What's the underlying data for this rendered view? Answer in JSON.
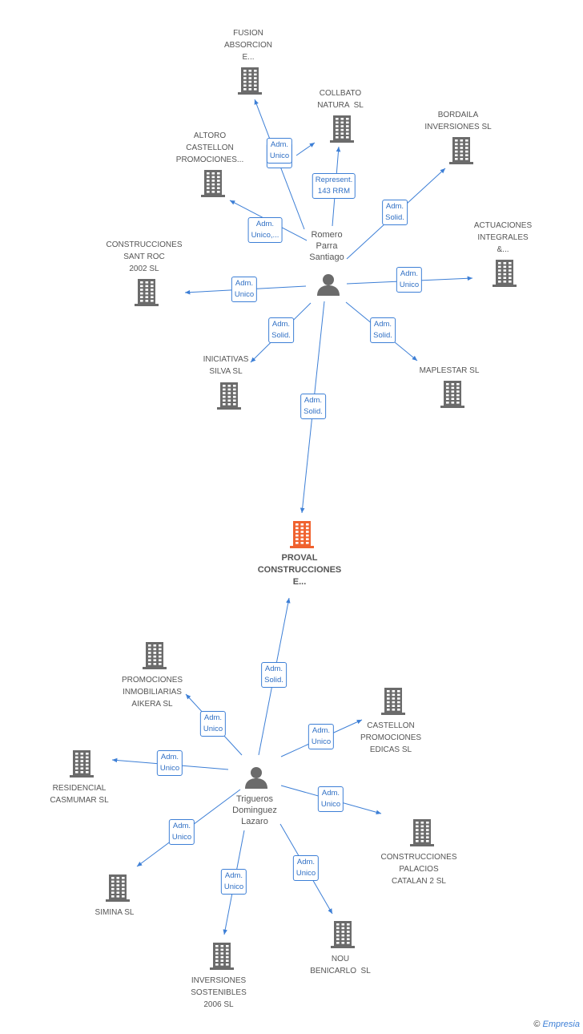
{
  "persons": [
    {
      "id": "romero",
      "label": "Romero\nParra\nSantiago"
    },
    {
      "id": "trigueros",
      "label": "Trigueros\nDominguez\nLazaro"
    }
  ],
  "companies": [
    {
      "id": "proval",
      "label": "PROVAL\nCONSTRUCCIONES\nE...",
      "main": true
    },
    {
      "id": "fusion",
      "label": "FUSION\nABSORCION\nE..."
    },
    {
      "id": "collbato",
      "label": "COLLBATO\nNATURA  SL"
    },
    {
      "id": "bordaila",
      "label": "BORDAILA\nINVERSIONES SL"
    },
    {
      "id": "altoro",
      "label": "ALTORO\nCASTELLON\nPROMOCIONES..."
    },
    {
      "id": "actuaciones",
      "label": "ACTUACIONES\nINTEGRALES\n&..."
    },
    {
      "id": "santroc",
      "label": "CONSTRUCCIONES\nSANT ROC\n2002 SL"
    },
    {
      "id": "iniciativas",
      "label": "INICIATIVAS\nSILVA SL"
    },
    {
      "id": "maplestar",
      "label": "MAPLESTAR SL"
    },
    {
      "id": "aikera",
      "label": "PROMOCIONES\nINMOBILIARIAS\nAIKERA SL"
    },
    {
      "id": "edicas",
      "label": "CASTELLON\nPROMOCIONES\nEDICAS SL"
    },
    {
      "id": "casmumar",
      "label": "RESIDENCIAL\nCASMUMAR SL"
    },
    {
      "id": "palacios",
      "label": "CONSTRUCCIONES\nPALACIOS\nCATALAN 2 SL"
    },
    {
      "id": "simina",
      "label": "SIMINA SL"
    },
    {
      "id": "nou",
      "label": "NOU\nBENICARLO  SL"
    },
    {
      "id": "sostenibles",
      "label": "INVERSIONES\nSOSTENIBLES\n2006 SL"
    }
  ],
  "edges": [
    {
      "from": "romero",
      "to": "fusion",
      "label": "Adm.\nUnico"
    },
    {
      "from": "romero",
      "to": "collbato",
      "label": "Adm.\nUnico"
    },
    {
      "from": "romero",
      "to": "collbato",
      "label": "Represent.\n143 RRM"
    },
    {
      "from": "romero",
      "to": "bordaila",
      "label": "Adm.\nSolid."
    },
    {
      "from": "romero",
      "to": "altoro",
      "label": "Adm.\nUnico,..."
    },
    {
      "from": "romero",
      "to": "actuaciones",
      "label": "Adm.\nUnico"
    },
    {
      "from": "romero",
      "to": "santroc",
      "label": "Adm.\nUnico"
    },
    {
      "from": "romero",
      "to": "iniciativas",
      "label": "Adm.\nSolid."
    },
    {
      "from": "romero",
      "to": "maplestar",
      "label": "Adm.\nSolid."
    },
    {
      "from": "romero",
      "to": "proval",
      "label": "Adm.\nSolid."
    },
    {
      "from": "trigueros",
      "to": "proval",
      "label": "Adm.\nSolid."
    },
    {
      "from": "trigueros",
      "to": "aikera",
      "label": "Adm.\nUnico"
    },
    {
      "from": "trigueros",
      "to": "edicas",
      "label": "Adm.\nUnico"
    },
    {
      "from": "trigueros",
      "to": "casmumar",
      "label": "Adm.\nUnico"
    },
    {
      "from": "trigueros",
      "to": "palacios",
      "label": "Adm.\nUnico"
    },
    {
      "from": "trigueros",
      "to": "simina",
      "label": "Adm.\nUnico"
    },
    {
      "from": "trigueros",
      "to": "nou",
      "label": "Adm.\nUnico"
    },
    {
      "from": "trigueros",
      "to": "sostenibles",
      "label": "Adm.\nUnico"
    }
  ],
  "colors": {
    "edge": "#3d7fd6",
    "building": "#6b6b6b",
    "building_main": "#f0622f",
    "person": "#6b6b6b"
  },
  "footer": {
    "copyright": "©",
    "brand": "Empresia"
  }
}
